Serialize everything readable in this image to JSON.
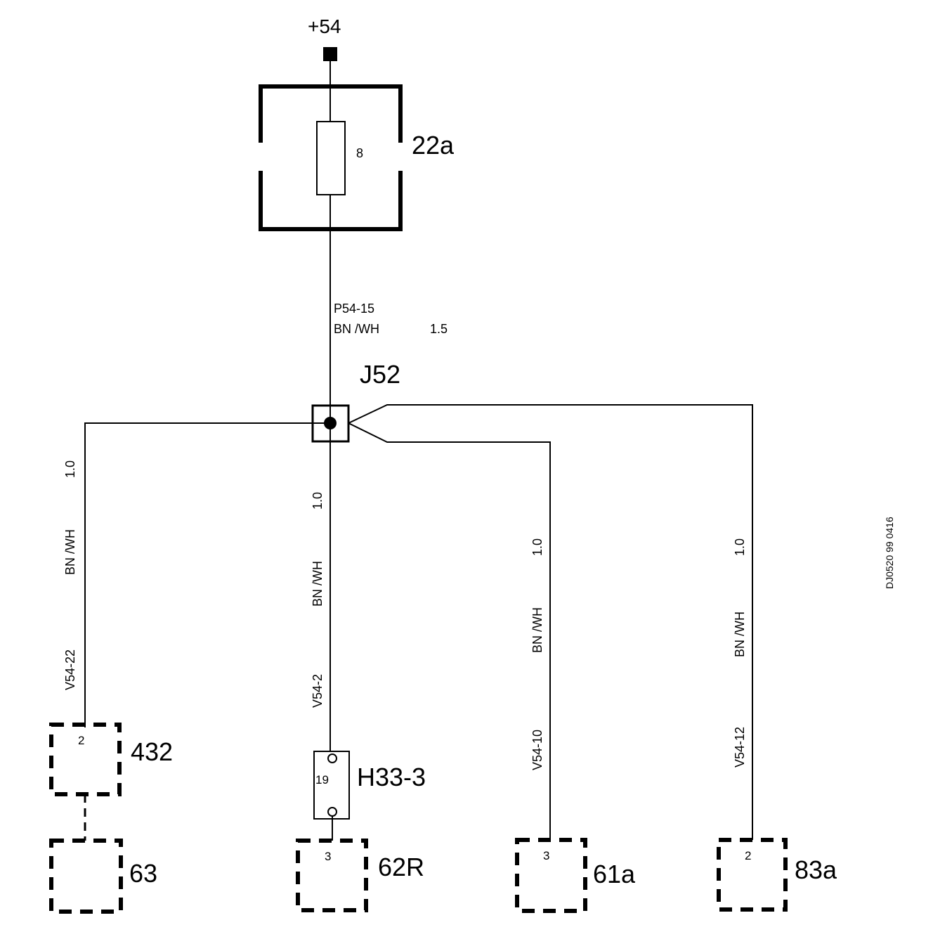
{
  "supply": {
    "label": "+54"
  },
  "fuse_box": {
    "label": "22a",
    "fuse_number": "8"
  },
  "feed_wire": {
    "circuit": "P54-15",
    "color": "BN /WH",
    "size": "1.5"
  },
  "splice": {
    "label": "J52"
  },
  "branches": [
    {
      "circuit": "V54-22",
      "color": "BN /WH",
      "size": "1.0"
    },
    {
      "circuit": "V54-2",
      "color": "BN /WH",
      "size": "1.0"
    },
    {
      "circuit": "V54-10",
      "color": "BN /WH",
      "size": "1.0"
    },
    {
      "circuit": "V54-12",
      "color": "BN /WH",
      "size": "1.0"
    }
  ],
  "connectors": {
    "c432": {
      "label": "432",
      "pin": "2"
    },
    "c63": {
      "label": "63"
    },
    "h33": {
      "label": "H33-3",
      "pin": "19"
    },
    "c62r": {
      "label": "62R",
      "pin": "3"
    },
    "c61a": {
      "label": "61a",
      "pin": "3"
    },
    "c83a": {
      "label": "83a",
      "pin": "2"
    }
  },
  "reference_code": "DJ0520 99 0416"
}
